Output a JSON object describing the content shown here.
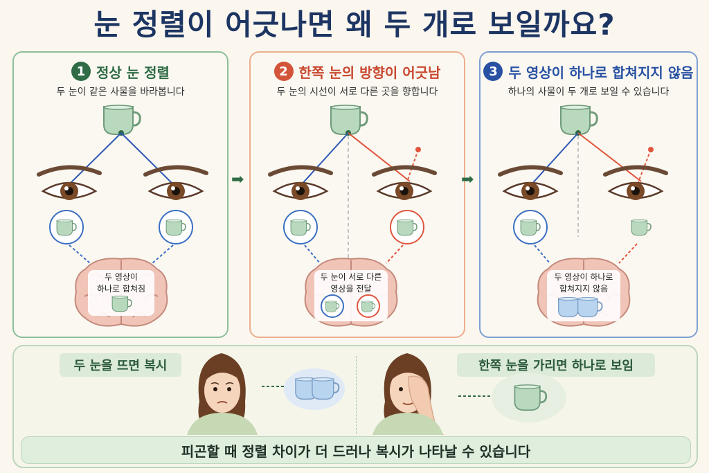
{
  "title": "눈 정렬이 어긋나면 왜 두 개로 보일까요?",
  "panels": [
    {
      "num": "1",
      "heading": "정상 눈 정렬",
      "sub": "두 눈이 같은 사물을 바라봅니다",
      "brain_line1": "두 영상이",
      "brain_line2": "하나로 합쳐짐"
    },
    {
      "num": "2",
      "heading": "한쪽 눈의 방향이 어긋남",
      "sub": "두 눈의 시선이 서로 다른 곳을 향합니다",
      "brain_line1": "두 눈이 서로 다른",
      "brain_line2": "영상을 전달"
    },
    {
      "num": "3",
      "heading": "두 영상이 하나로 합쳐지지 않음",
      "sub": "하나의 사물이 두 개로 보일 수 있습니다",
      "brain_line1": "두 영상이 하나로",
      "brain_line2": "합쳐지지 않음"
    }
  ],
  "bottom": {
    "left_label": "두 눈을 뜨면 복시",
    "right_label": "한쪽 눈을 가리면 하나로 보임",
    "footer": "피곤할 때 정렬 차이가 더 드러나 복시가 나타날 수 있습니다"
  },
  "colors": {
    "title": "#1d3562",
    "green": "#2f6b45",
    "red": "#d2553a",
    "blue": "#2851a3",
    "cup": "#b9d9bf"
  }
}
